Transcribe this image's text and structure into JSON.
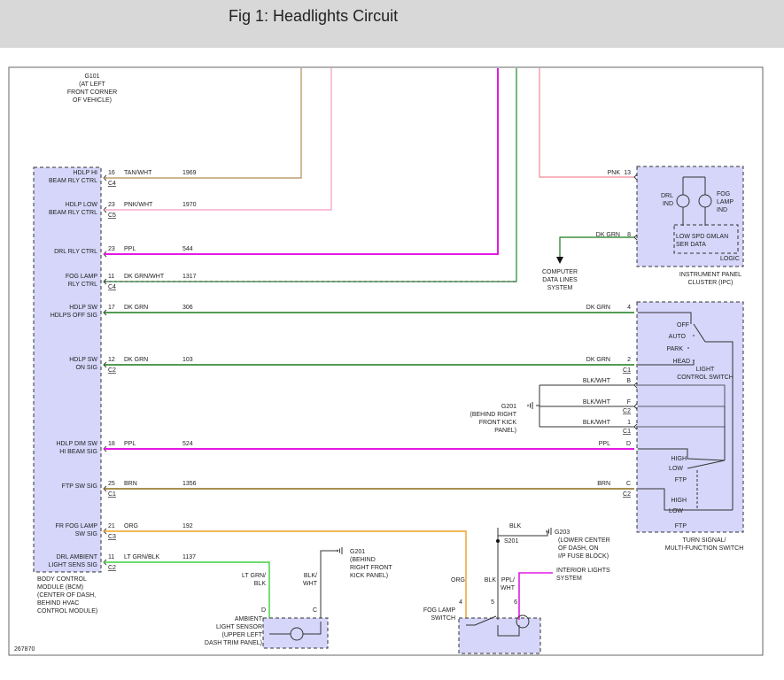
{
  "title": "Fig 1: Headlights Circuit",
  "figure_number": "267870",
  "colors": {
    "TAN/WHT": "#b08c55",
    "PNK/WHT": "#f29ac0",
    "PPL": "#e31ae3",
    "DK GRN/WHT": "#1e8a2a",
    "DK GRN": "#1a7a1a",
    "BRN": "#8a6a1a",
    "ORG": "#f0a020",
    "LT GRN/BLK": "#3ecf3e",
    "PNK": "#f08a9a",
    "BLK": "#333333",
    "BLK/WHT": "#333333"
  },
  "g101": {
    "lines": [
      "G101",
      "(AT LEFT",
      "FRONT CORNER",
      "OF VEHICLE)"
    ]
  },
  "bcm": {
    "labels": [
      "BODY CONTROL",
      "MODULE (BCM)",
      "(CENTER OF DASH,",
      "BEHIND HVAC",
      "CONTROL MODULE)"
    ],
    "circuits": [
      {
        "name": [
          "HDLP HI",
          "BEAM RLY CTRL"
        ],
        "pin": "16",
        "conn": "C4",
        "wire": "TAN/WHT",
        "circuit": "1969",
        "right_pin": "",
        "right_conn": "",
        "right_wire": ""
      },
      {
        "name": [
          "HDLP LOW",
          "BEAM RLY CTRL"
        ],
        "pin": "23",
        "conn": "C5",
        "wire": "PNK/WHT",
        "circuit": "1970",
        "right_pin": "",
        "right_conn": "",
        "right_wire": ""
      },
      {
        "name": [
          "DRL RLY CTRL"
        ],
        "pin": "23",
        "conn": "",
        "wire": "PPL",
        "circuit": "544",
        "right_pin": "",
        "right_conn": "",
        "right_wire": ""
      },
      {
        "name": [
          "FOG LAMP",
          "RLY CTRL"
        ],
        "pin": "11",
        "conn": "C4",
        "wire": "DK GRN/WHT",
        "circuit": "1317",
        "right_pin": "",
        "right_conn": "",
        "right_wire": ""
      },
      {
        "name": [
          "HDLP SW",
          "HDLPS OFF SIG"
        ],
        "pin": "17",
        "conn": "",
        "wire": "DK GRN",
        "circuit": "306",
        "right_pin": "4",
        "right_conn": "",
        "right_wire": "DK GRN"
      },
      {
        "name": [
          "HDLP SW",
          "ON SIG"
        ],
        "pin": "12",
        "conn": "C2",
        "wire": "DK GRN",
        "circuit": "103",
        "right_pin": "2",
        "right_conn": "C1",
        "right_wire": "DK GRN"
      },
      {
        "name": [
          "HDLP DIM SW",
          "HI BEAM SIG"
        ],
        "pin": "18",
        "conn": "",
        "wire": "PPL",
        "circuit": "524",
        "right_pin": "D",
        "right_conn": "",
        "right_wire": "PPL"
      },
      {
        "name": [
          "FTP SW SIG"
        ],
        "pin": "25",
        "conn": "C1",
        "wire": "BRN",
        "circuit": "1356",
        "right_pin": "C",
        "right_conn": "C2",
        "right_wire": "BRN"
      },
      {
        "name": [
          "FR FOG LAMP",
          "SW SIG"
        ],
        "pin": "21",
        "conn": "C3",
        "wire": "ORG",
        "circuit": "192",
        "right_pin": "",
        "right_conn": "",
        "right_wire": ""
      },
      {
        "name": [
          "DRL AMBIENT",
          "LIGHT SENS SIG"
        ],
        "pin": "11",
        "conn": "C2",
        "wire": "LT GRN/BLK",
        "circuit": "1137",
        "right_pin": "",
        "right_conn": "",
        "right_wire": ""
      }
    ]
  },
  "ipc": {
    "labels": [
      "INSTRUMENT PANEL",
      "CLUSTER (IPC)"
    ],
    "pnk_pin": "13",
    "pnk_wire": "PNK",
    "dkgrn_pin": "8",
    "dkgrn_wire": "DK GRN",
    "drl_ind": [
      "DRL",
      "IND"
    ],
    "fog_ind": [
      "FOG",
      "LAMP",
      "IND"
    ],
    "serial": [
      "LOW SPD GMLAN",
      "SER DATA"
    ],
    "logic": "LOGIC"
  },
  "computer_data": [
    "COMPUTER",
    "DATA LINES",
    "SYSTEM"
  ],
  "turn_switch": {
    "labels": [
      "TURN SIGNAL/",
      "MULTI-FUNCTION SWITCH"
    ],
    "light_control": [
      "LIGHT",
      "CONTROL SWITCH"
    ],
    "positions": [
      "OFF",
      "AUTO",
      "PARK",
      "HEAD"
    ],
    "beam": [
      "HIGH",
      "LOW",
      "FTP",
      "HIGH",
      "LOW",
      "FTP"
    ],
    "blk_pins": [
      {
        "wire": "BLK/WHT",
        "pin": "B",
        "conn": ""
      },
      {
        "wire": "BLK/WHT",
        "pin": "F",
        "conn": "C2"
      },
      {
        "wire": "BLK/WHT",
        "pin": "1",
        "conn": "C1"
      }
    ]
  },
  "g201_right": [
    "G201",
    "(BEHIND RIGHT",
    "FRONT KICK",
    "PANEL)"
  ],
  "g201_left": [
    "G201",
    "(BEHIND",
    "RIGHT FRONT",
    "KICK PANEL)"
  ],
  "ambient": {
    "labels": [
      "AMBIENT",
      "LIGHT SENSOR",
      "(UPPER LEFT",
      "DASH TRIM PANEL)"
    ],
    "pin_d": "D",
    "pin_c": "C",
    "wire_d": [
      "LT GRN/",
      "BLK"
    ],
    "wire_c": [
      "BLK/",
      "WHT"
    ]
  },
  "fog_switch": {
    "labels": [
      "FOG LAMP",
      "SWITCH"
    ],
    "pins": [
      "4",
      "5",
      "6"
    ],
    "wires": [
      "ORG",
      "BLK",
      "PPL/",
      "WHT"
    ],
    "g203": "G203",
    "g203_desc": [
      "(LOWER CENTER",
      "OF DASH, ON",
      "I/P FUSE BLOCK)"
    ],
    "s201": "S201",
    "blk": "BLK",
    "interior": [
      "INTERIOR LIGHTS",
      "SYSTEM"
    ]
  }
}
